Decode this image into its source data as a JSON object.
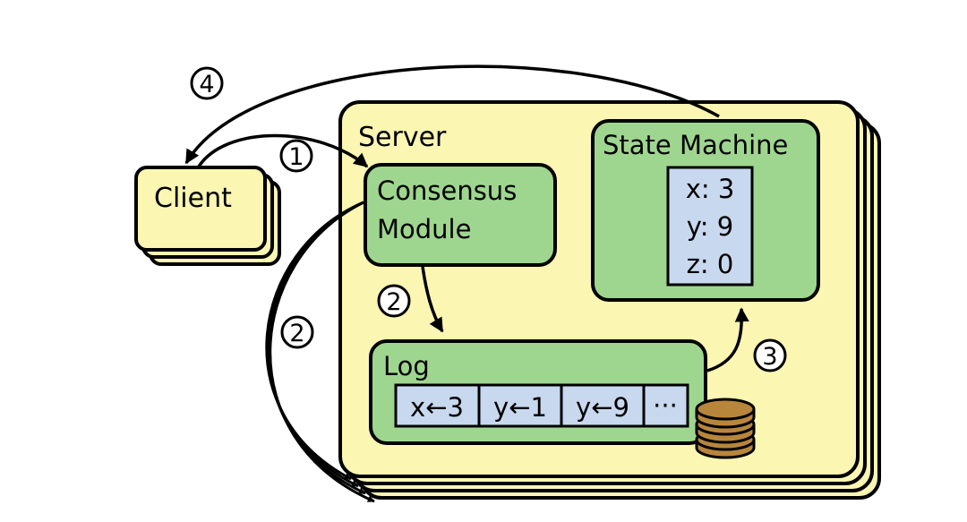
{
  "colors": {
    "server_fill": "#fbf6b2",
    "module_fill": "#9fd68f",
    "value_fill": "#c8d8ee",
    "disk_fill": "#b8863b",
    "stroke": "#000000",
    "background": "#ffffff"
  },
  "client": {
    "label": "Client"
  },
  "server": {
    "label": "Server"
  },
  "consensus_module": {
    "line1": "Consensus",
    "line2": "Module"
  },
  "state_machine": {
    "title": "State Machine",
    "values": [
      "x: 3",
      "y: 9",
      "z: 0"
    ]
  },
  "log": {
    "title": "Log",
    "entries": [
      "x←3",
      "y←1",
      "y←9",
      "···"
    ]
  },
  "steps": {
    "step1": "1",
    "step2_internal": "2",
    "step2_external": "2",
    "step3": "3",
    "step4": "4"
  },
  "icons": {
    "storage": "disk-stack-icon"
  }
}
